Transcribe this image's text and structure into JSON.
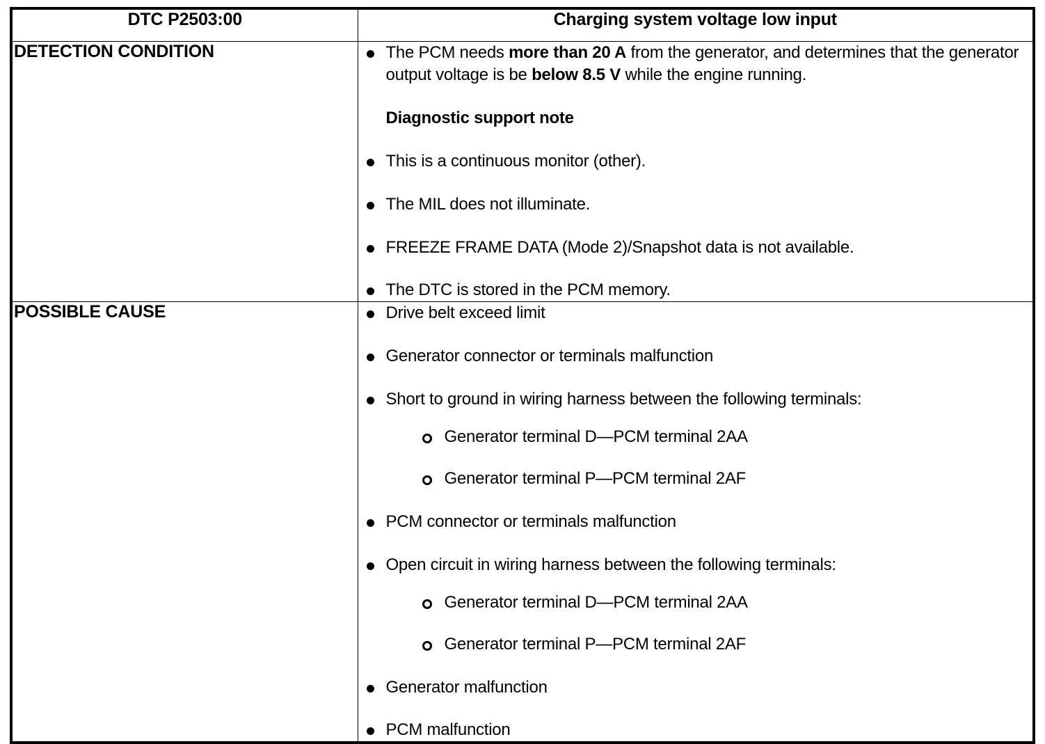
{
  "table": {
    "header": {
      "dtc_code": "DTC P2503:00",
      "dtc_title": "Charging system voltage low input"
    },
    "rows": [
      {
        "label": "DETECTION CONDITION",
        "items": [
          {
            "kind": "bullet",
            "segments": [
              {
                "text": "The PCM needs ",
                "bold": false
              },
              {
                "text": "more than 20 A",
                "bold": true
              },
              {
                "text": " from the generator, and determines that the generator output voltage is be ",
                "bold": false
              },
              {
                "text": "below 8.5 V",
                "bold": true
              },
              {
                "text": " while the engine running.",
                "bold": false
              }
            ]
          },
          {
            "kind": "note-heading",
            "text": "Diagnostic support note"
          },
          {
            "kind": "bullet",
            "text": "This is a continuous monitor (other)."
          },
          {
            "kind": "bullet",
            "text": "The MIL does not illuminate."
          },
          {
            "kind": "bullet",
            "text": "FREEZE FRAME DATA (Mode 2)/Snapshot data is not available."
          },
          {
            "kind": "bullet",
            "text": "The DTC is stored in the PCM memory."
          }
        ]
      },
      {
        "label": "POSSIBLE CAUSE",
        "items": [
          {
            "kind": "bullet",
            "text": "Drive belt exceed limit"
          },
          {
            "kind": "bullet",
            "text": "Generator connector or terminals malfunction"
          },
          {
            "kind": "bullet",
            "text": "Short to ground in wiring harness between the following terminals:",
            "sub": [
              "Generator terminal D—PCM terminal 2AA",
              "Generator terminal P—PCM terminal 2AF"
            ]
          },
          {
            "kind": "bullet",
            "text": "PCM connector or terminals malfunction"
          },
          {
            "kind": "bullet",
            "text": "Open circuit in wiring harness between the following terminals:",
            "sub": [
              "Generator terminal D—PCM terminal 2AA",
              "Generator terminal P—PCM terminal 2AF"
            ]
          },
          {
            "kind": "bullet",
            "text": "Generator malfunction"
          },
          {
            "kind": "bullet",
            "text": "PCM malfunction"
          }
        ]
      }
    ]
  }
}
